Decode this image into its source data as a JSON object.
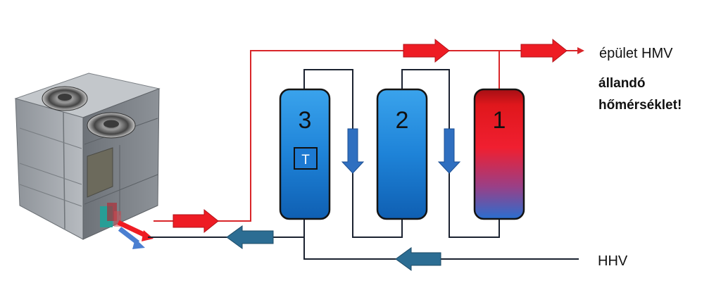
{
  "labels": {
    "output": "épület HMV",
    "note_line1": "állandó",
    "note_line2": "hőmérséklet!",
    "input": "HHV"
  },
  "tanks": [
    {
      "number": "3",
      "sensor": "T"
    },
    {
      "number": "2"
    },
    {
      "number": "1"
    }
  ],
  "colors": {
    "hot_pipe": "#d9262a",
    "cold_pipe": "#1b2230",
    "hot_arrow": "#ee1c24",
    "cold_arrow": "#2c6d93",
    "down_arrow": "#2f6fc0",
    "tank_blue": "#1e7fd6",
    "tank_hot": "#e3171d",
    "text": "#111111"
  },
  "icons": {
    "heat_pump": "heat-pump-unit-icon",
    "temperature_sensor": "temperature-sensor-icon"
  }
}
